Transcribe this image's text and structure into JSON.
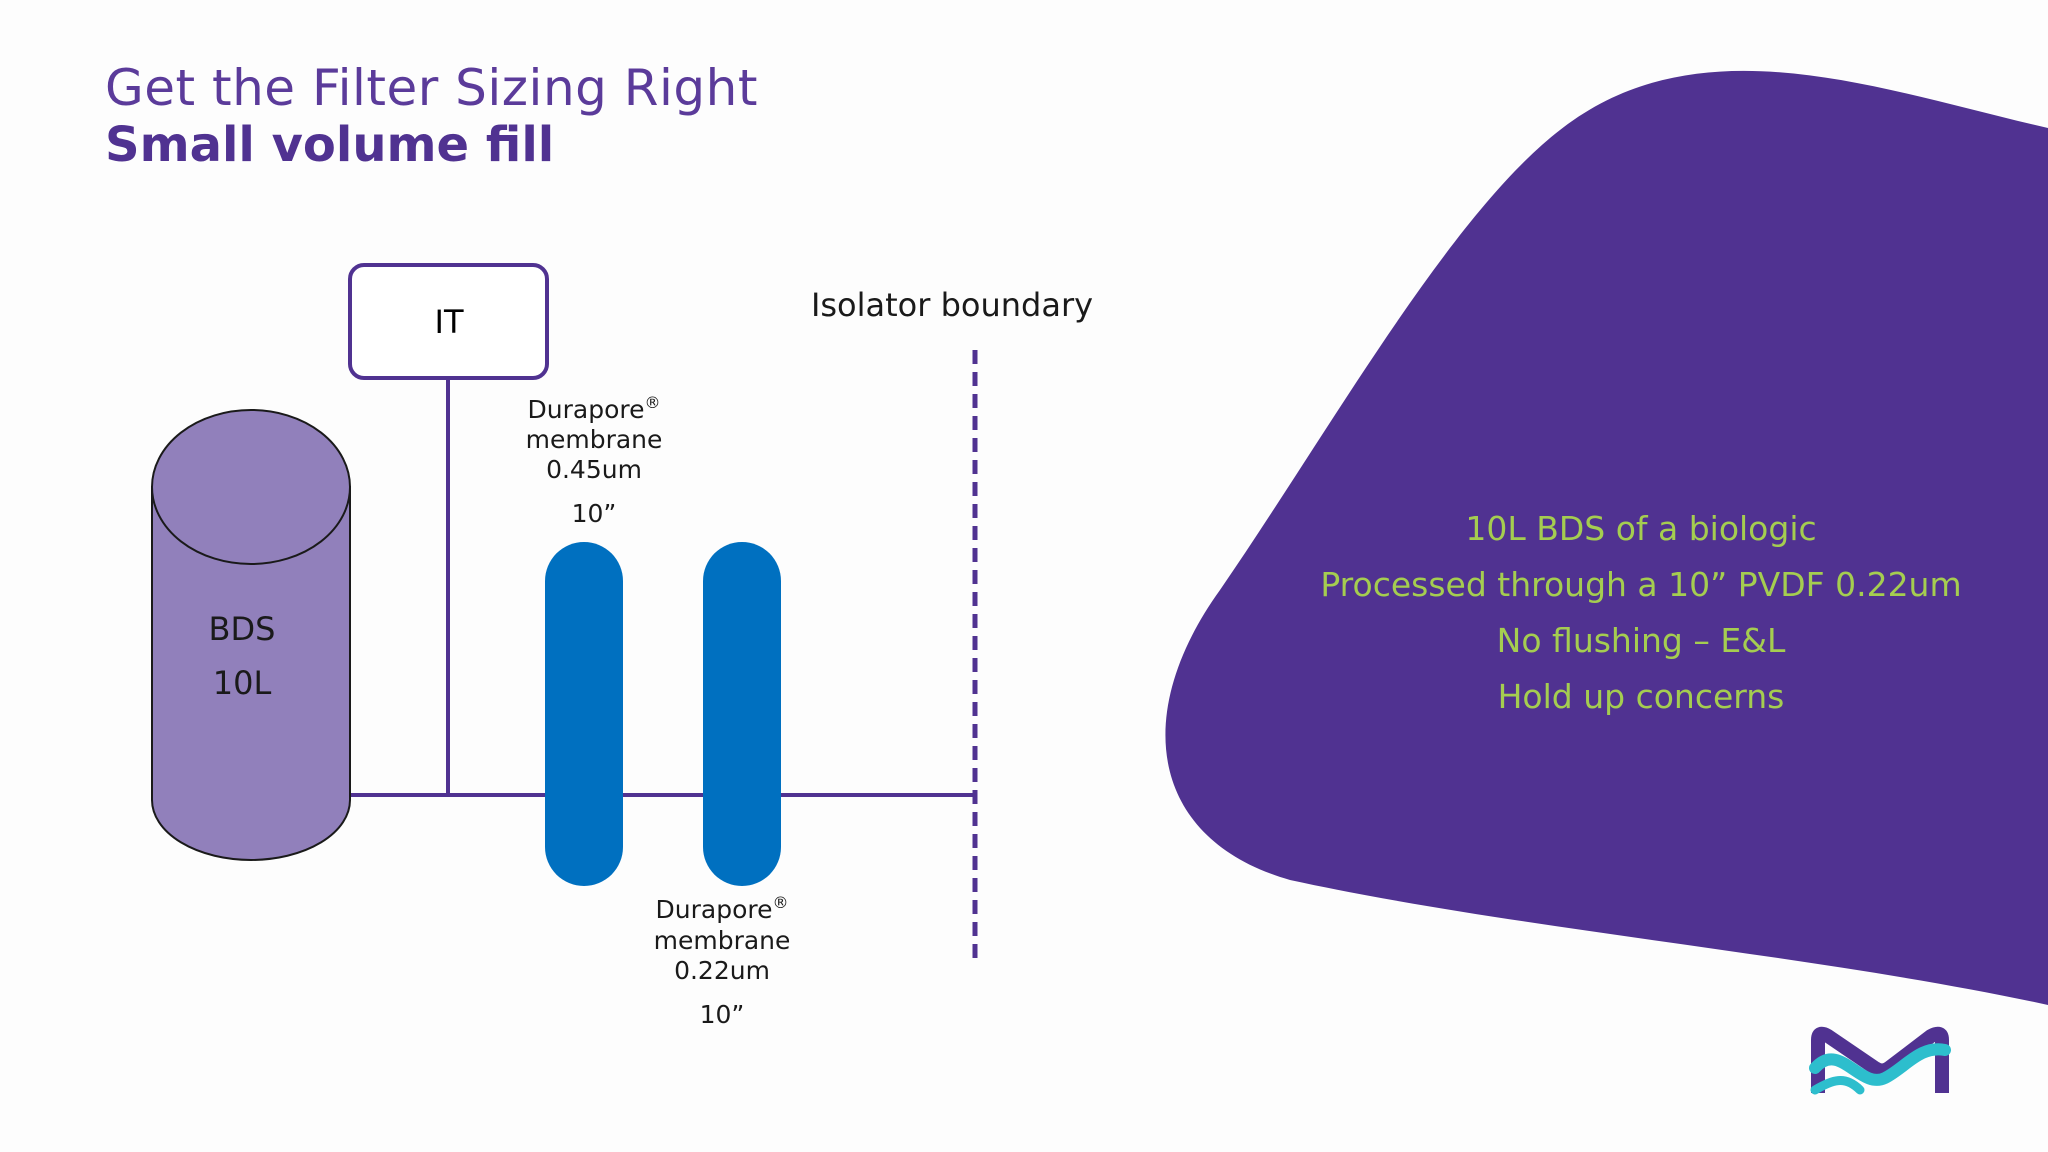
{
  "header": {
    "title": "Get the Filter Sizing Right",
    "subtitle": "Small volume fill"
  },
  "diagram": {
    "tank": {
      "line1": "BDS",
      "line2": "10L"
    },
    "it_box": {
      "label": "IT"
    },
    "isolator_label": "Isolator boundary",
    "filter_1": {
      "brand": "Durapore",
      "reg": "®",
      "line2": "membrane",
      "line3": "0.45um",
      "size": "10”"
    },
    "filter_2": {
      "brand": "Durapore",
      "reg": "®",
      "line2": "membrane",
      "line3": "0.22um",
      "size": "10”"
    }
  },
  "callout": {
    "lines": [
      "10L BDS of a biologic",
      "Processed through a 10” PVDF 0.22um",
      "No flushing – E&L",
      "Hold up concerns"
    ]
  },
  "colors": {
    "brand_purple": "#503291",
    "tank_fill": "#9180bb",
    "filter_blue": "#0070c0",
    "callout_text": "#a5cd50",
    "logo_teal": "#2dbecd"
  },
  "icons": {
    "logo": "merck-m-logo"
  }
}
